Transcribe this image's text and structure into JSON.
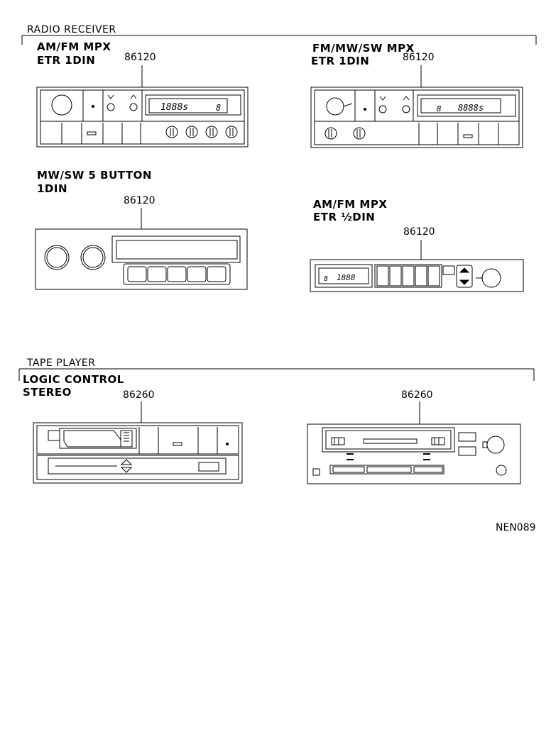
{
  "sections": {
    "radio": {
      "title": "RADIO RECEIVER"
    },
    "tape": {
      "title": "TAPE PLAYER"
    }
  },
  "radios": [
    {
      "line1": "AM/FM MPX",
      "line2": "ETR 1DIN",
      "part": "86120",
      "display": "1888s",
      "display_flag": "8"
    },
    {
      "line1": "FM/MW/SW MPX",
      "line2": "ETR 1DIN",
      "part": "86120",
      "display": "8888s",
      "display_flag": "8"
    },
    {
      "line1": "MW/SW 5 BUTTON",
      "line2": "1DIN",
      "part": "86120"
    },
    {
      "line1": "AM/FM MPX",
      "line2": "ETR ½DIN",
      "part": "86120",
      "display": "1888",
      "display_flag": "8"
    }
  ],
  "tapes": [
    {
      "line1": "LOGIC CONTROL",
      "line2": "STEREO",
      "part": "86260"
    },
    {
      "part": "86260"
    }
  ],
  "figure_code": "NEN089",
  "icons": [
    "knob-icon",
    "arrow-up-icon",
    "arrow-down-icon",
    "eject-icon"
  ]
}
